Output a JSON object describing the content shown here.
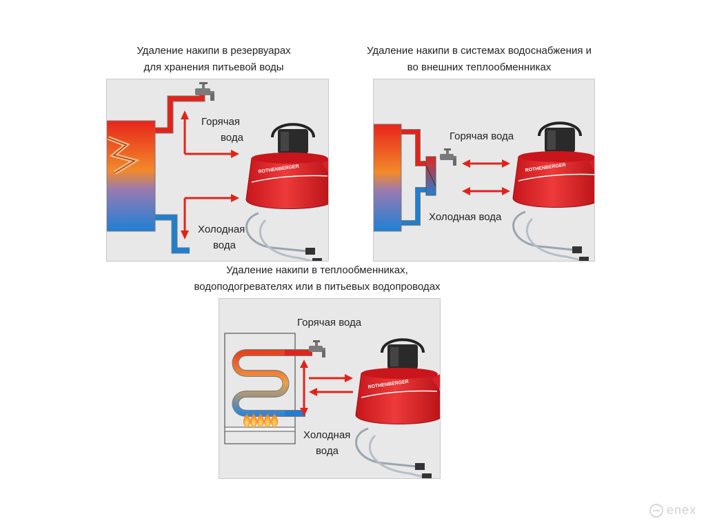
{
  "diagrams": [
    {
      "caption": [
        "Удаление накипи в резервуарах",
        "для хранения питьевой воды"
      ],
      "hot_label": [
        "Горячая",
        "вода"
      ],
      "cold_label": [
        "Холодная",
        "вода"
      ]
    },
    {
      "caption": [
        "Удаление накипи в системах водоснабжения и",
        "во внешних теплообменниках"
      ],
      "hot_label": [
        "Горячая вода"
      ],
      "cold_label": [
        "Холодная вода"
      ]
    },
    {
      "caption": [
        "Удаление накипи в теплообменниках,",
        "водоподогревателях или в питьевых водопроводах"
      ],
      "hot_label": [
        "Горячая вода"
      ],
      "cold_label": [
        "Холодная",
        "вода"
      ]
    }
  ],
  "pump_brand": "ROTHENBERGER",
  "watermark": "enex",
  "colors": {
    "hot": "#e2231a",
    "cold": "#1f7fd0",
    "pump": "#e32228",
    "panel": "#e8e8e8",
    "arrow": "#e2231a"
  },
  "icons": [
    "water-tap-icon",
    "descaling-pump-icon",
    "gas-flame-icon",
    "watermark-logo-icon"
  ]
}
